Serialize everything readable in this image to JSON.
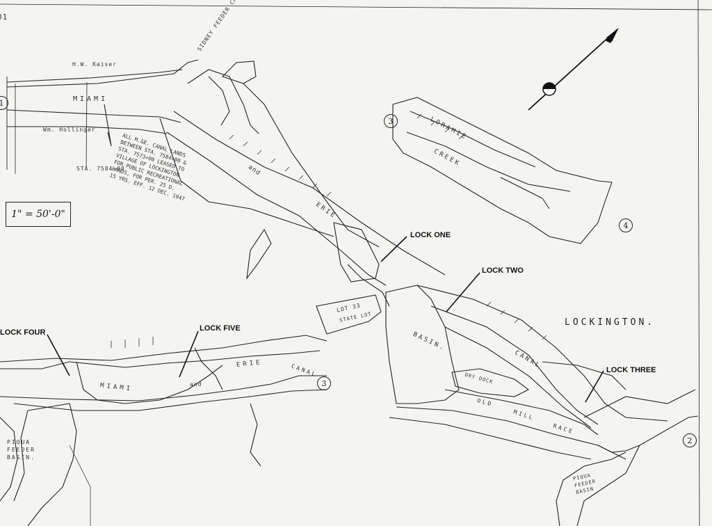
{
  "map": {
    "place_name": "LOCKINGTON.",
    "scale": "1\" = 50'-0\"",
    "sheet_no": "01",
    "locks": {
      "one": "LOCK ONE",
      "two": "LOCK TWO",
      "three": "LOCK THREE",
      "four": "LOCK FOUR",
      "five": "LOCK FIVE"
    },
    "labels": {
      "miami_top": "MIAMI",
      "and_top": "and",
      "erie_top": "ERIE",
      "hw_kaiser": "H.W. Kaiser",
      "wm_hollinger": "Wm. Hollinger",
      "sidney_feeder": "SIDNEY FEEDER CANAL",
      "station": "STA. 7584+00",
      "loramie": "LORAMIE",
      "creek": "CREEK",
      "lot": "LOT 33",
      "state_lot": "STATE LOT",
      "basin": "BASIN.",
      "dry_dock": "DRY DOCK",
      "canal": "CANAL",
      "old": "OLD",
      "mill": "MILL",
      "race": "RACE",
      "miami_bottom": "MIAMI",
      "and_bottom": "and",
      "erie_bottom": "ERIE",
      "canal_bottom": "CANAL",
      "piqua_feeder_basin_left": "PIQUA\nFEEDER\nBASIN.",
      "piqua_feeder_basin_right": "PIQUA\nFEEDER\nBASIN",
      "canal_lands_note": "ALL M.&E. CANAL LANDS\nBETWEEN STA. 7584+00 &\nSTA. 7573+00 LEASED TO\nVILLAGE OF LOCKINGTON\nFOR PUBLIC RECREATIONAL\nLANDS, FOR PER. 25 D.\n15 YRS. EFF. 12 DEC. 1947"
    },
    "section_markers": [
      "1",
      "3",
      "4",
      "3",
      "2"
    ]
  }
}
